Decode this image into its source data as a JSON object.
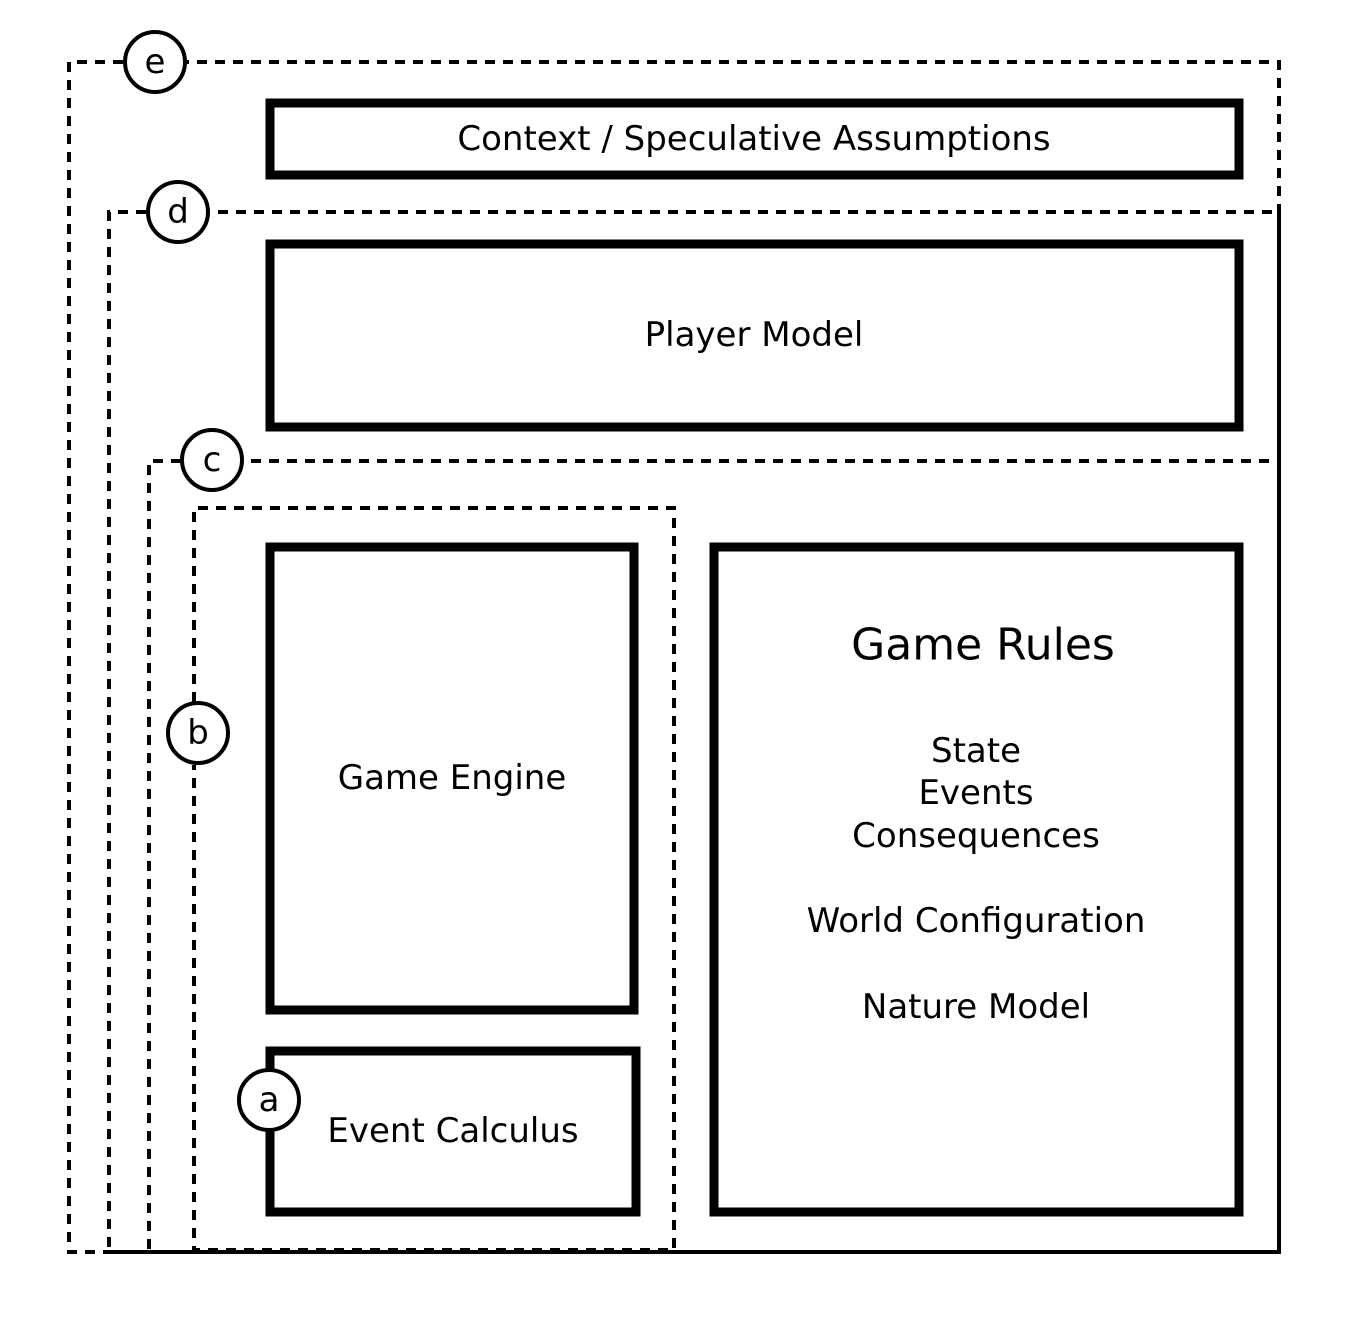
{
  "layers": [
    {
      "id": "e",
      "label": "e"
    },
    {
      "id": "d",
      "label": "d"
    },
    {
      "id": "c",
      "label": "c"
    },
    {
      "id": "b",
      "label": "b"
    },
    {
      "id": "a",
      "label": "a"
    }
  ],
  "boxes": {
    "context": {
      "label": "Context / Speculative Assumptions"
    },
    "player_model": {
      "label": "Player Model"
    },
    "game_engine": {
      "label": "Game Engine"
    },
    "event_calculus": {
      "label": "Event Calculus"
    },
    "game_rules": {
      "title": "Game Rules",
      "items": [
        "State",
        "Events",
        "Consequences",
        "World Configuration",
        "Nature Model"
      ]
    }
  },
  "colors": {
    "stroke": "#000000",
    "background": "#ffffff"
  }
}
